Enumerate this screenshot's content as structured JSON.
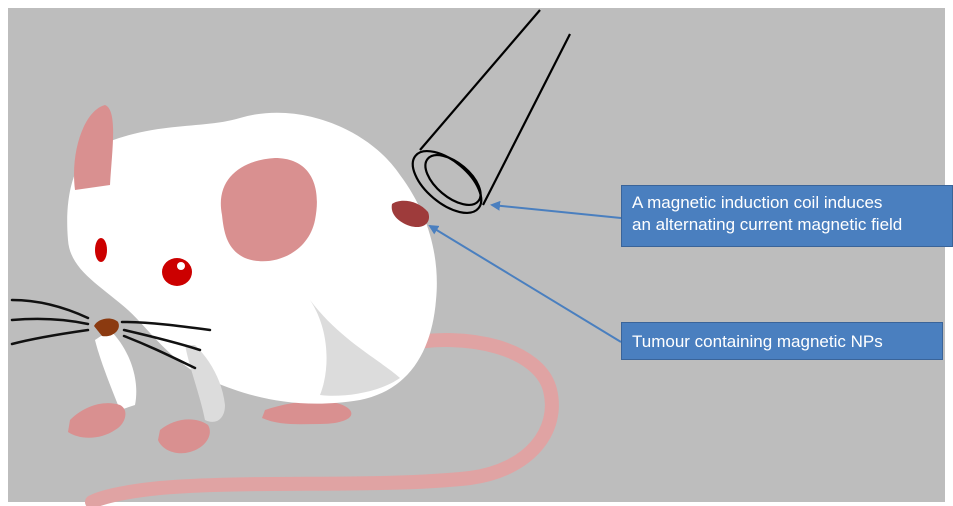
{
  "callouts": {
    "coil": "A magnetic induction coil induces\nan alternating current magnetic field",
    "tumour": "Tumour containing magnetic NPs"
  },
  "colors": {
    "background": "#bdbdbd",
    "mouse_body": "#ffffff",
    "mouse_shadow": "#dcdcdc",
    "ear_and_paws": "#d99090",
    "tail": "#e0a3a3",
    "eye": "#cc0000",
    "nose": "#8b3a10",
    "tumour": "#9e3b3b",
    "callout_fill": "#4a7fbf",
    "arrow": "#4a7fbf"
  },
  "icons": {
    "coil": "induction-coil-icon",
    "mouse": "mouse-illustration"
  }
}
